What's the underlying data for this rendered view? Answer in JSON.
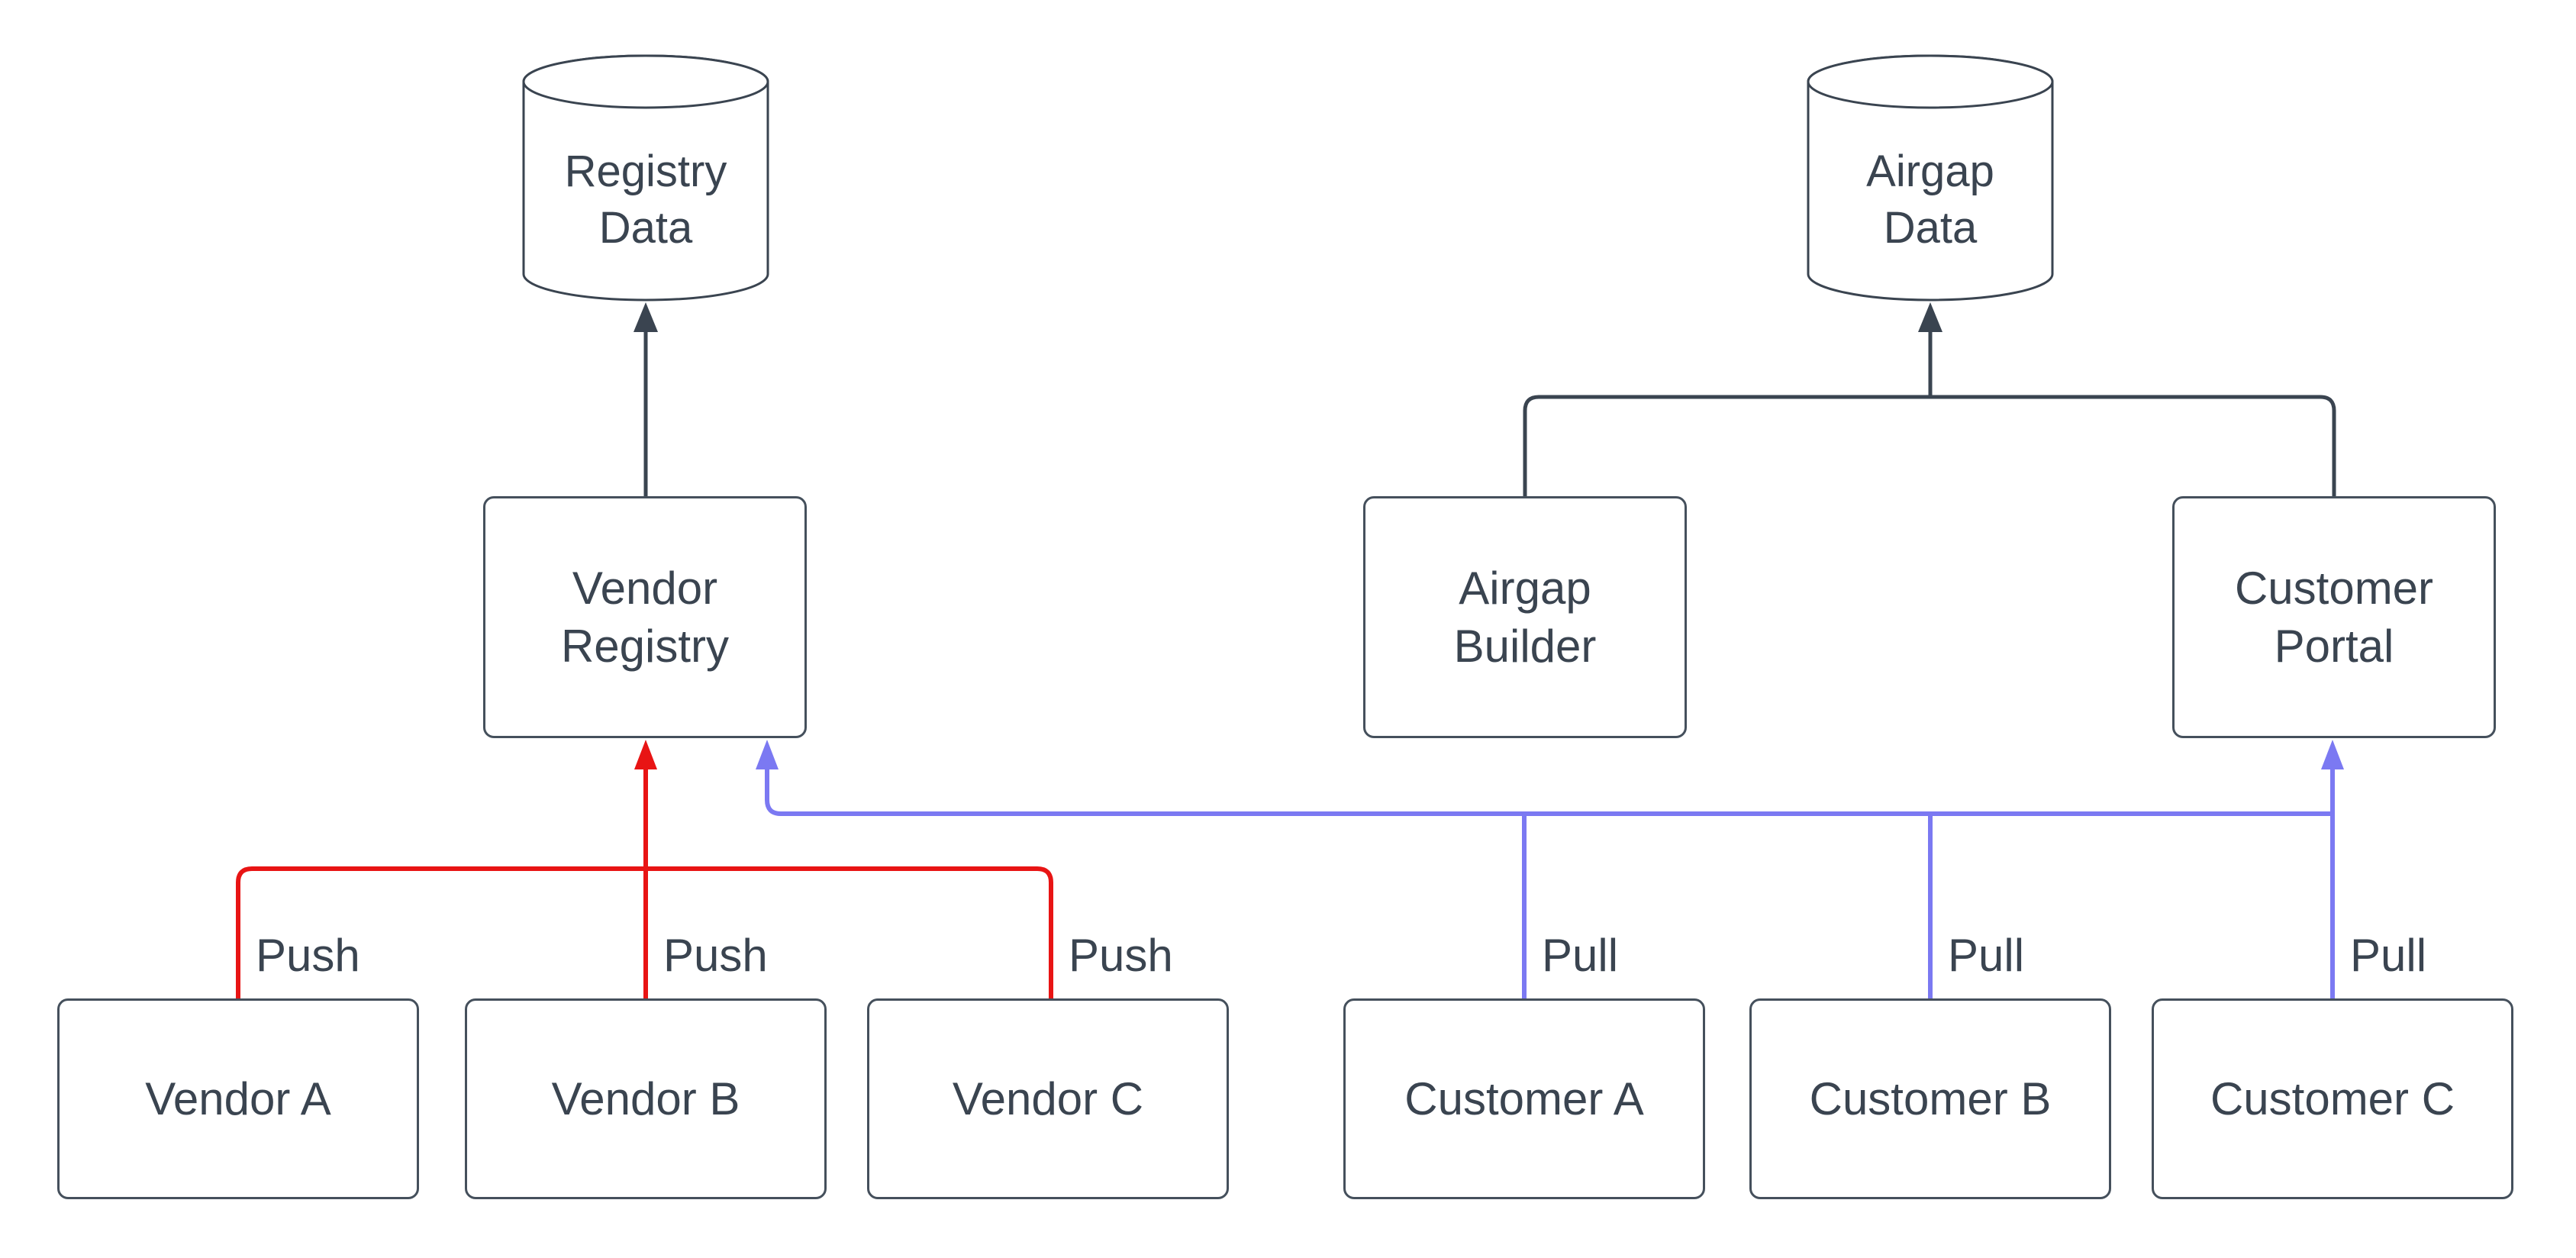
{
  "colors": {
    "ink": "#3a4450",
    "node_border": "#45505c",
    "node_fill": "#ffffff",
    "push_red": "#e81414",
    "pull_blue": "#7b79f2"
  },
  "nodes": {
    "registry_data": {
      "shape": "cylinder",
      "lines": [
        "Registry",
        "Data"
      ]
    },
    "airgap_data": {
      "shape": "cylinder",
      "lines": [
        "Airgap",
        "Data"
      ]
    },
    "vendor_registry": {
      "shape": "box",
      "lines": [
        "Vendor",
        "Registry"
      ]
    },
    "airgap_builder": {
      "shape": "box",
      "lines": [
        "Airgap",
        "Builder"
      ]
    },
    "customer_portal": {
      "shape": "box",
      "lines": [
        "Customer",
        "Portal"
      ]
    },
    "vendor_a": {
      "shape": "box",
      "lines": [
        "Vendor A"
      ]
    },
    "vendor_b": {
      "shape": "box",
      "lines": [
        "Vendor B"
      ]
    },
    "vendor_c": {
      "shape": "box",
      "lines": [
        "Vendor C"
      ]
    },
    "customer_a": {
      "shape": "box",
      "lines": [
        "Customer A"
      ]
    },
    "customer_b": {
      "shape": "box",
      "lines": [
        "Customer B"
      ]
    },
    "customer_c": {
      "shape": "box",
      "lines": [
        "Customer C"
      ]
    }
  },
  "edges": {
    "push_labels": [
      "Push",
      "Push",
      "Push"
    ],
    "pull_labels": [
      "Pull",
      "Pull",
      "Pull"
    ]
  }
}
